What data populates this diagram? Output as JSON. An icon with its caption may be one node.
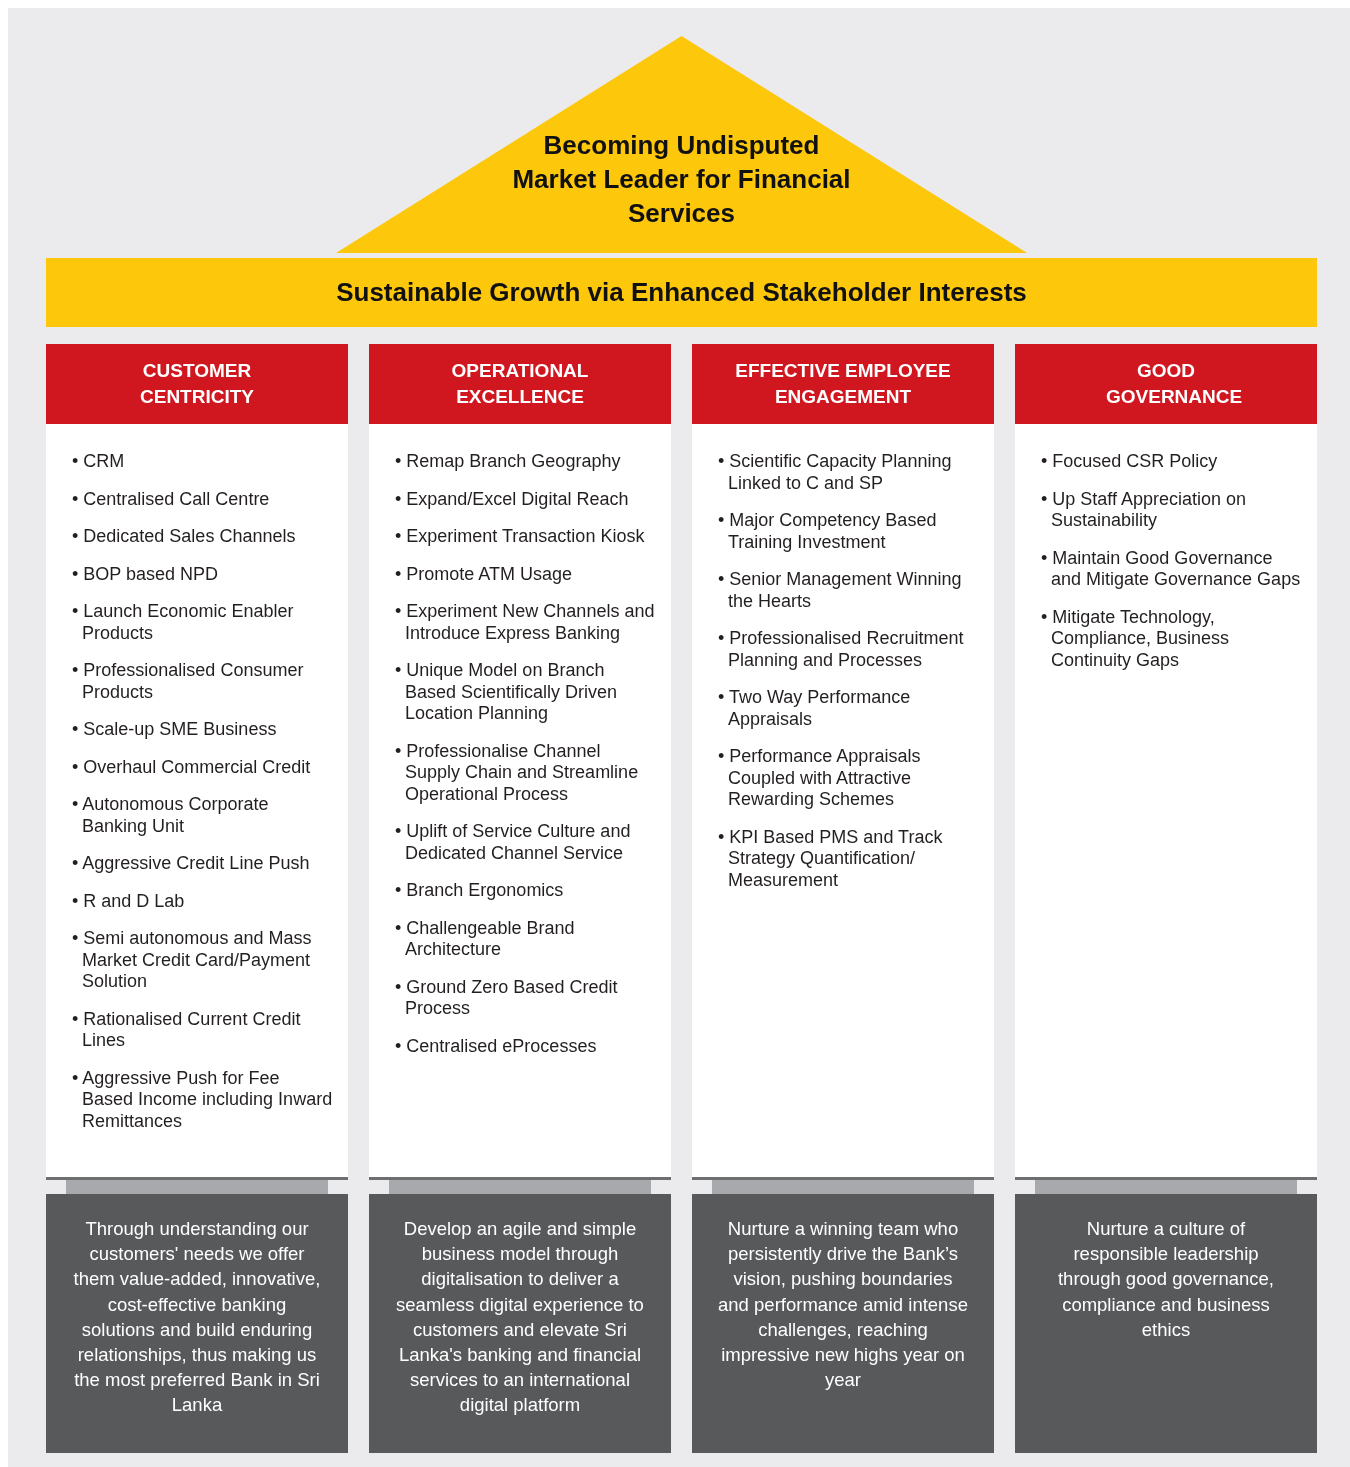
{
  "diagram": {
    "nodes": [
      {
        "text": [
          "Becoming Undisputed Market Leader for Financial Services"
        ]
      },
      {
        "text": [
          "Sustainable Growth via Enhanced Stakeholder Interests"
        ]
      },
      {
        "text": [
          "CUSTOMER CENTRICITY"
        ]
      },
      {
        "text": [
          "• CRM",
          "• Centralised Call Centre",
          "• Dedicated Sales Channels",
          "• BOP based NPD",
          "• Launch Economic Enabler Products",
          "• Professionalised Consumer Products",
          "• Scale-up SME Business",
          "• Overhaul Commercial Credit",
          "• Autonomous Corporate Banking Unit",
          "• Aggressive Credit Line Push",
          "• R and D Lab",
          "• Semi autonomous and Mass Market Credit Card/Payment Solution",
          "• Rationalised Current Credit Lines",
          "• Aggressive Push for Fee Based Income including Inward Remittances"
        ]
      },
      {
        "text": [],
        "shape": "bar"
      },
      {
        "text": [
          "Through understanding our customers' needs we offer them value-added, innovative, cost-effective banking solutions and build enduring relationships, thus making us the most preferred Bank in Sri Lanka"
        ]
      },
      {
        "text": [
          "OPERATIONAL EXCELLENCE"
        ]
      },
      {
        "text": [
          "• Remap Branch Geography",
          "• Expand/Excel Digital Reach",
          "• Experiment Transaction Kiosk",
          "• Promote ATM Usage",
          "• Experiment New Channels and Introduce Express Banking",
          "• Unique Model on Branch Based Scientifically Driven Location Planning",
          "• Professionalise Channel Supply Chain and Streamline Operational Process",
          "• Uplift of Service Culture and Dedicated Channel Service",
          "• Branch Ergonomics",
          "• Challengeable Brand Architecture",
          "• Ground Zero Based Credit Process",
          "• Centralised eProcesses"
        ]
      },
      {
        "text": [],
        "shape": "bar"
      },
      {
        "text": [
          "Develop an agile and simple business model through digitalisation to deliver a seamless digital experience to customers and elevate Sri Lanka's banking and financial services to an international digital platform"
        ]
      },
      {
        "text": [
          "EFFECTIVE EMPLOYEE ENGAGEMENT"
        ]
      },
      {
        "text": [
          "• Scientific Capacity Planning Linked to C and SP",
          "• Major Competency Based Training Investment",
          "• Senior Management Winning the Hearts",
          "• Professionalised Recruitment Planning and Processes",
          "• Two Way Performance Appraisals",
          "• Performance Appraisals Coupled with Attractive Rewarding Schemes",
          "• KPI Based PMS and Track Strategy Quantification/ Measurement"
        ]
      },
      {
        "text": [],
        "shape": "bar"
      },
      {
        "text": [
          "Nurture a winning team who persistently drive the Bank’s vision, pushing boundaries and performance amid intense challenges, reaching impressive new highs year on year"
        ]
      },
      {
        "text": [
          "GOOD GOVERNANCE"
        ]
      },
      {
        "text": [
          "• Focused CSR Policy",
          "• Up Staff Appreciation on Sustainability",
          "• Maintain Good Governance and Mitigate Governance Gaps",
          "• Mitigate Technology, Compliance, Business Continuity Gaps"
        ]
      },
      {
        "text": [],
        "shape": "bar"
      },
      {
        "text": [
          "Nurture a culture of responsible leadership through good governance, compliance and business ethics"
        ]
      }
    ]
  }
}
